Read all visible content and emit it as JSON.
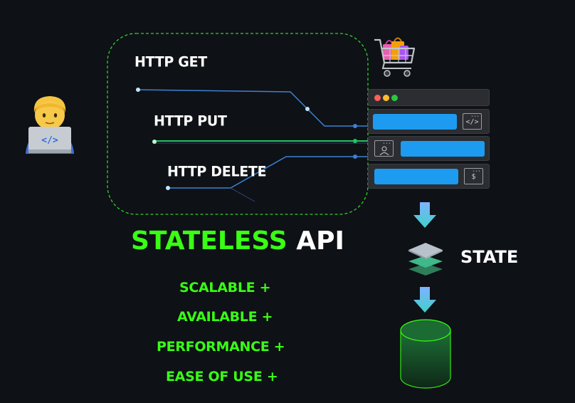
{
  "diagram": {
    "http_methods": [
      {
        "label": "HTTP GET"
      },
      {
        "label": "HTTP PUT"
      },
      {
        "label": "HTTP DELETE"
      }
    ],
    "title": {
      "part_green": "STATELESS",
      "part_white": "API"
    },
    "state_label": "STATE",
    "benefits": [
      {
        "label": "SCALABLE +"
      },
      {
        "label": "AVAILABLE +"
      },
      {
        "label": "PERFORMANCE +"
      },
      {
        "label": "EASE OF USE +"
      }
    ],
    "colors": {
      "background": "#0e1115",
      "accent_green": "#39ff14",
      "request_blue": "#1d9bf0",
      "put_line_green": "#22c55e",
      "rack_panel": "#2b2d31",
      "arrow_teal": "#5bc8e6",
      "db_green": "#1f7a3a"
    },
    "icons": {
      "developer": "developer-laptop-icon",
      "cart": "shopping-cart-icon",
      "code_icon": "code-icon",
      "user_icon": "user-icon",
      "dollar_icon": "dollar-icon",
      "layers": "layers-icon",
      "database": "database-icon",
      "arrow": "arrow-down-icon"
    }
  }
}
